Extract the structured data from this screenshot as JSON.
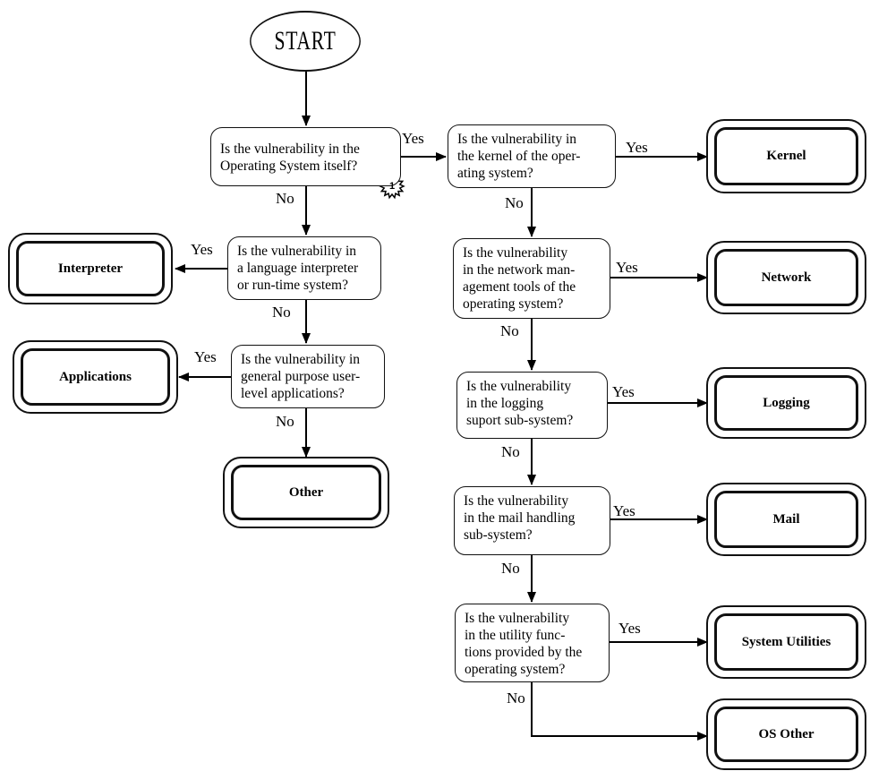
{
  "start": {
    "label": "START"
  },
  "questions": {
    "q_os": "Is the vulnerability in the\nOperating System itself?",
    "q_interp": "Is the vulnerability in\na language interpreter\nor run-time system?",
    "q_apps": "Is the vulnerability in\ngeneral purpose user-\nlevel applications?",
    "q_kernel": "Is the vulnerability in\nthe kernel of the oper-\nating system?",
    "q_network": "Is the vulnerability\nin the network man-\nagement tools of the\noperating system?",
    "q_logging": "Is the vulnerability\nin the logging\nsuport sub-system?",
    "q_mail": "Is the vulnerability\nin the mail handling\nsub-system?",
    "q_util": "Is the vulnerability\nin the utility func-\ntions provided by the\noperating system?"
  },
  "outcomes": {
    "kernel": "Kernel",
    "interpreter": "Interpreter",
    "applications": "Applications",
    "other": "Other",
    "network": "Network",
    "logging": "Logging",
    "mail": "Mail",
    "system_utilities": "System Utilities",
    "os_other": "OS Other"
  },
  "edge_labels": {
    "yes": "Yes",
    "no": "No"
  },
  "badge": {
    "label": "1"
  }
}
